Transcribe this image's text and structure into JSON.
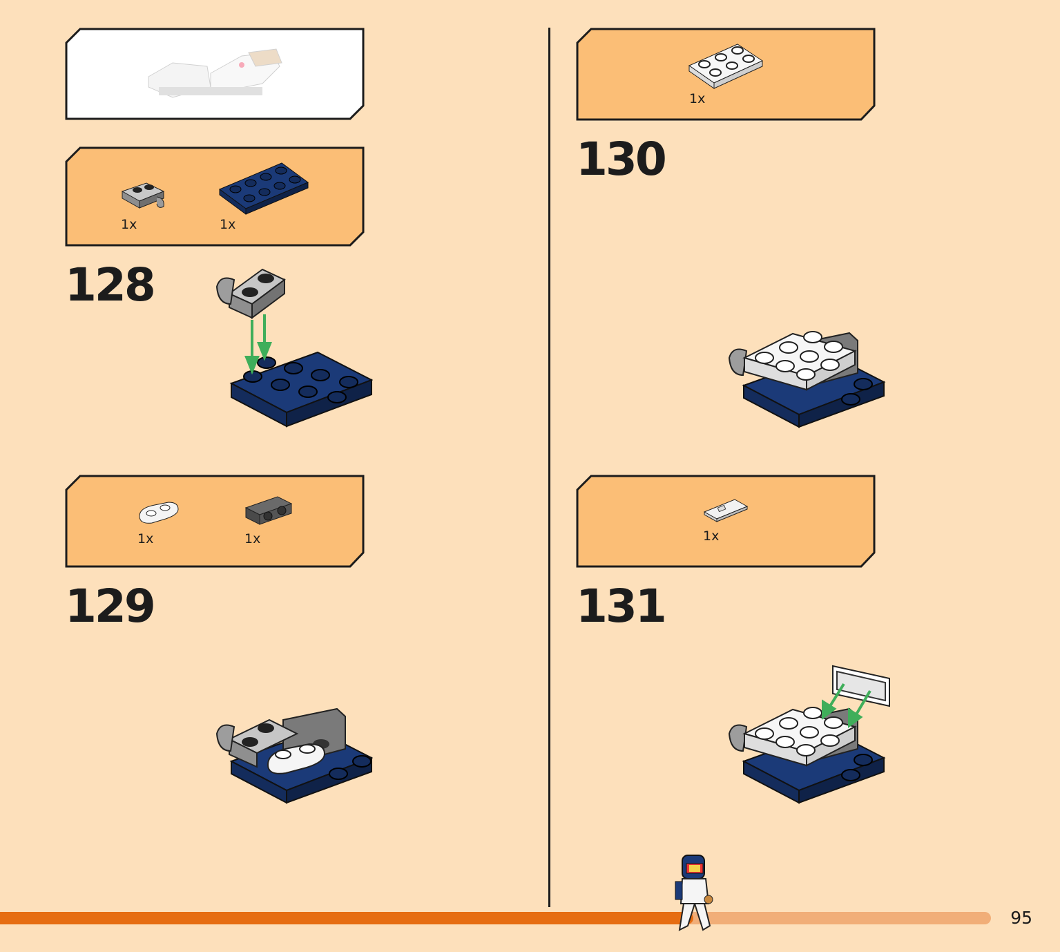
{
  "colors": {
    "page_background": "#fde0bb",
    "parts_box_fill": "#fbbe76",
    "outline": "#1c1c1c",
    "progress_fill": "#e66d12",
    "progress_track": "#f1ae78",
    "arrow": "#3fae5a",
    "brick_dark_blue": "#1b3a78",
    "brick_white": "#f5f5f5",
    "brick_grey": "#a9a9a9",
    "brick_dark_grey": "#5a5a5a"
  },
  "overview_icon": "completed-vehicle-thumbnail",
  "steps": [
    {
      "number": "128",
      "parts": [
        {
          "qty": "1x",
          "icon": "grey-clip-plate-icon"
        },
        {
          "qty": "1x",
          "icon": "blue-2x4-plate-icon"
        }
      ]
    },
    {
      "number": "129",
      "parts": [
        {
          "qty": "1x",
          "icon": "white-round-plate-icon"
        },
        {
          "qty": "1x",
          "icon": "dark-grey-bracket-icon"
        }
      ]
    },
    {
      "number": "130",
      "parts": [
        {
          "qty": "1x",
          "icon": "white-2x3-plate-icon"
        }
      ]
    },
    {
      "number": "131",
      "parts": [
        {
          "qty": "1x",
          "icon": "printed-tile-icon"
        }
      ]
    }
  ],
  "progress": {
    "fraction": 0.7,
    "character_icon": "minifigure-runner-icon"
  },
  "page_number": "95"
}
